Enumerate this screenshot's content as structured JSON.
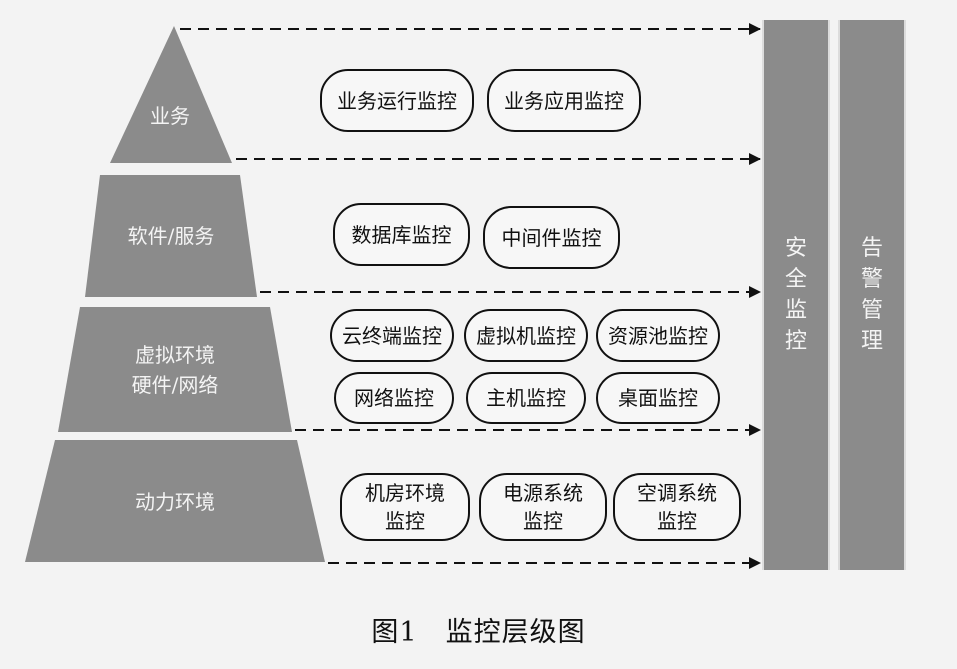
{
  "pyramid": {
    "tiers": [
      {
        "label": "业务"
      },
      {
        "label": "软件/服务"
      },
      {
        "label": "虚拟环境\n硬件/网络"
      },
      {
        "label": "动力环境"
      }
    ]
  },
  "monitors": {
    "business_ops": "业务运行监控",
    "business_app": "业务应用监控",
    "database": "数据库监控",
    "middleware": "中间件监控",
    "cloud_terminal": "云终端监控",
    "vm": "虚拟机监控",
    "resource_pool": "资源池监控",
    "network": "网络监控",
    "host": "主机监控",
    "desktop": "桌面监控",
    "machine_room": "机房环境\n监控",
    "power": "电源系统\n监控",
    "air_con": "空调系统\n监控"
  },
  "side_bars": {
    "security": "安全监控",
    "alarm": "告警管理"
  },
  "caption": "图1　监控层级图"
}
